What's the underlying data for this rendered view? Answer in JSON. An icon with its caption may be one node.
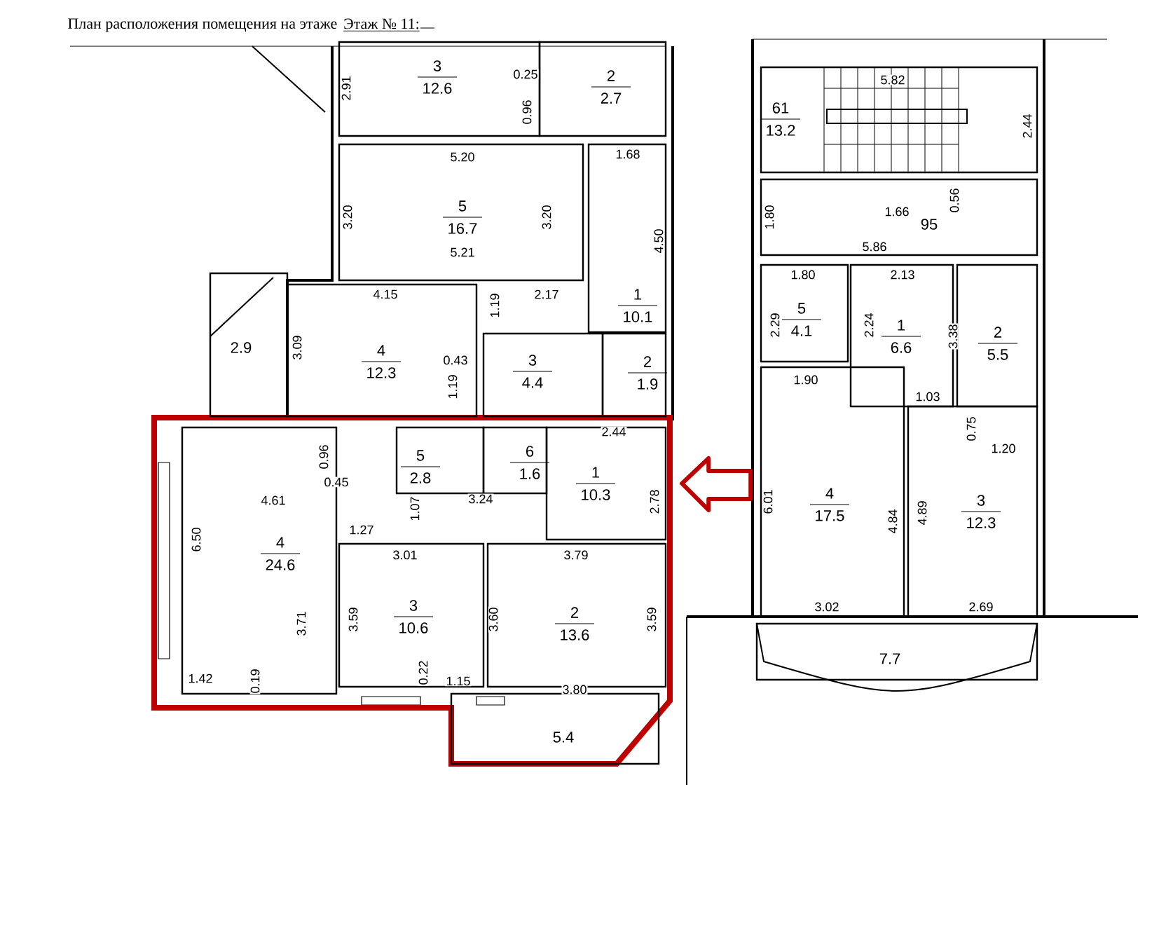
{
  "diagram": {
    "title": "План расположения помещения на этаже",
    "nodes": [
      {
        "text": [
          "3",
          "12.6"
        ]
      },
      {
        "text": [
          "2",
          "2.7"
        ]
      },
      {
        "text": [
          "5",
          "16.7"
        ]
      },
      {
        "text": [
          "1",
          "10.1"
        ]
      },
      {
        "text": [
          "2.9"
        ]
      },
      {
        "text": [
          "4",
          "12.3"
        ]
      },
      {
        "text": [
          "3",
          "4.4"
        ]
      },
      {
        "text": [
          "2",
          "1.9"
        ]
      },
      {
        "text": [
          "4",
          "24.6"
        ]
      },
      {
        "text": [
          "5",
          "2.8"
        ]
      },
      {
        "text": [
          "6",
          "1.6"
        ]
      },
      {
        "text": [
          "1",
          "10.3"
        ]
      },
      {
        "text": [
          "3",
          "10.6"
        ]
      },
      {
        "text": [
          "2",
          "13.6"
        ]
      },
      {
        "text": [
          "5.4"
        ]
      },
      {
        "text": [
          "61",
          "13.2"
        ]
      },
      {
        "text": [
          "95"
        ]
      },
      {
        "text": [
          "5",
          "4.1"
        ]
      },
      {
        "text": [
          "1",
          "6.6"
        ]
      },
      {
        "text": [
          "2",
          "5.5"
        ]
      },
      {
        "text": [
          "4",
          "17.5"
        ]
      },
      {
        "text": [
          "3",
          "12.3"
        ]
      },
      {
        "text": [
          "7.7"
        ]
      }
    ],
    "edges": [
      {
        "from": null,
        "to": 11,
        "arrow": "to"
      }
    ],
    "labels": [
      "Этаж № 11:",
      "2.91",
      "0.25",
      "0.96",
      "5.20",
      "1.68",
      "3.20",
      "3.20",
      "5.21",
      "4.50",
      "4.15",
      "1.19",
      "2.17",
      "3.09",
      "0.43",
      "1.19",
      "5.82",
      "2.44",
      "1.80",
      "0.56",
      "1.66",
      "5.86",
      "1.80",
      "2.13",
      "2.29",
      "2.24",
      "3.38",
      "1.90",
      "1.03",
      "0.75",
      "1.20",
      "2.44",
      "0.96",
      "0.45",
      "4.61",
      "3.24",
      "1.07",
      "2.78",
      "1.27",
      "3.01",
      "3.79",
      "6.50",
      "6.01",
      "4.84",
      "4.89",
      "3.71",
      "3.59",
      "3.60",
      "3.59",
      "3.02",
      "2.69",
      "1.42",
      "0.19",
      "0.22",
      "1.15",
      "3.80"
    ]
  }
}
